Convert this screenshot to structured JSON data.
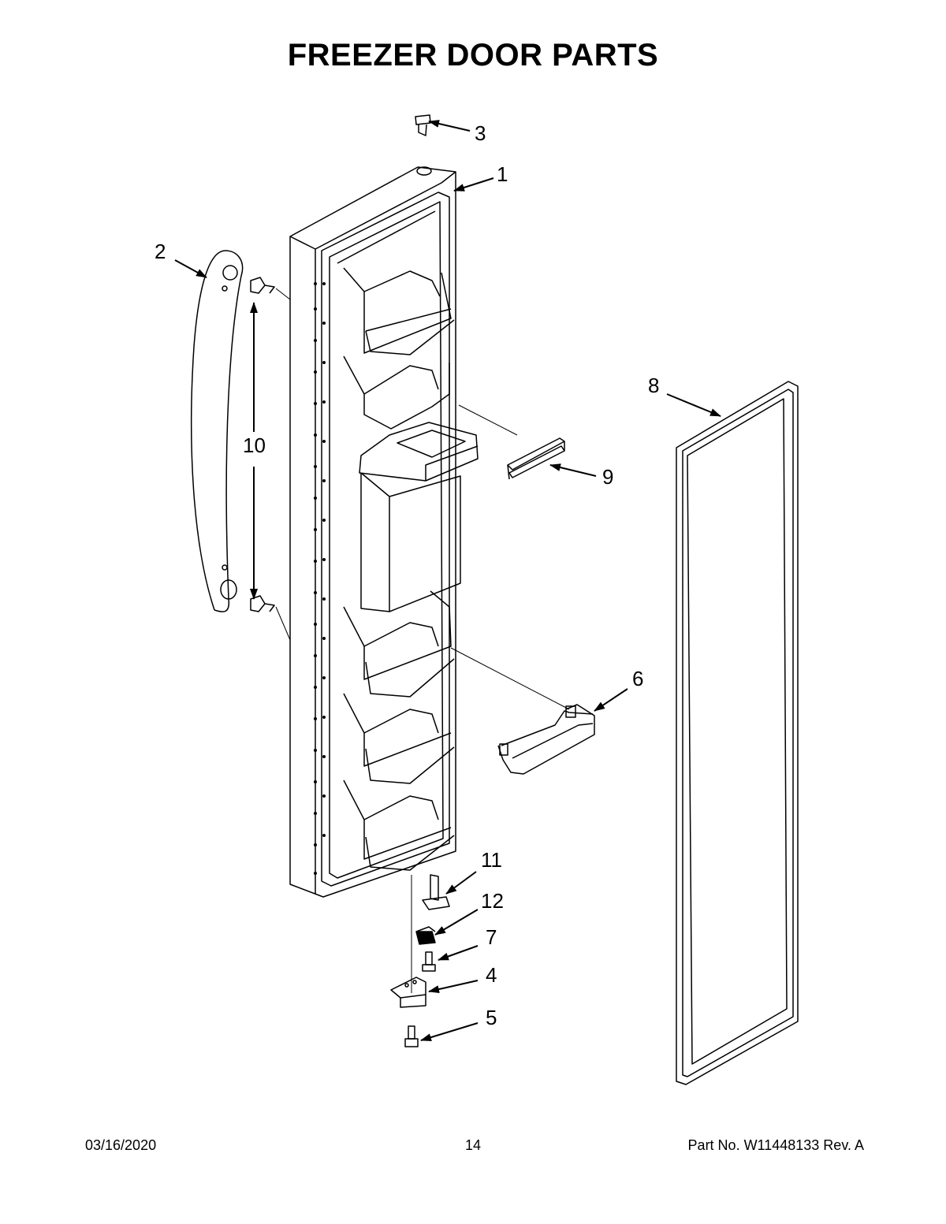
{
  "title": "FREEZER DOOR PARTS",
  "callouts": {
    "c1": "1",
    "c2": "2",
    "c3": "3",
    "c4": "4",
    "c5": "5",
    "c6": "6",
    "c7": "7",
    "c8": "8",
    "c9": "9",
    "c10": "10",
    "c11": "11",
    "c12": "12"
  },
  "footer": {
    "date": "03/16/2020",
    "page": "14",
    "part_no": "Part No.  W11448133   Rev.  A"
  }
}
